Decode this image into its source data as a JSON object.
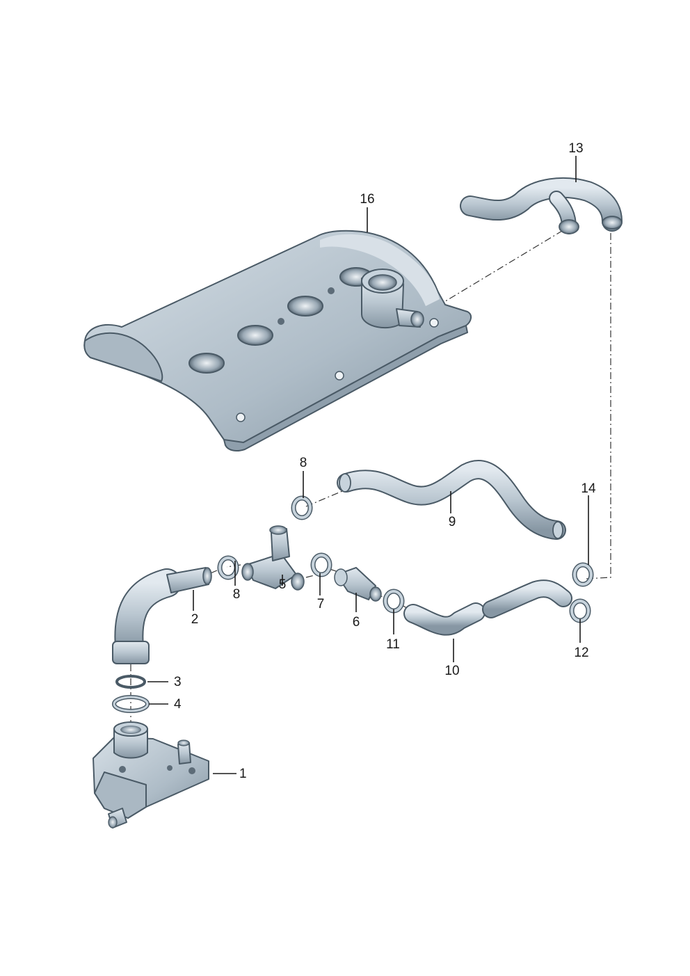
{
  "diagram": {
    "colors": {
      "part_fill": "#bcc9d3",
      "part_shadow": "#8596a4",
      "part_outline": "#4a5a66",
      "highlight": "#e6ecf1",
      "text": "#1a1a1a"
    },
    "callouts": {
      "c1": "1",
      "c2": "2",
      "c3": "3",
      "c4": "4",
      "c5": "5",
      "c6": "6",
      "c7": "7",
      "c8a": "8",
      "c8b": "8",
      "c9": "9",
      "c10": "10",
      "c11": "11",
      "c12": "12",
      "c13": "13",
      "c14": "14",
      "c16": "16"
    }
  }
}
